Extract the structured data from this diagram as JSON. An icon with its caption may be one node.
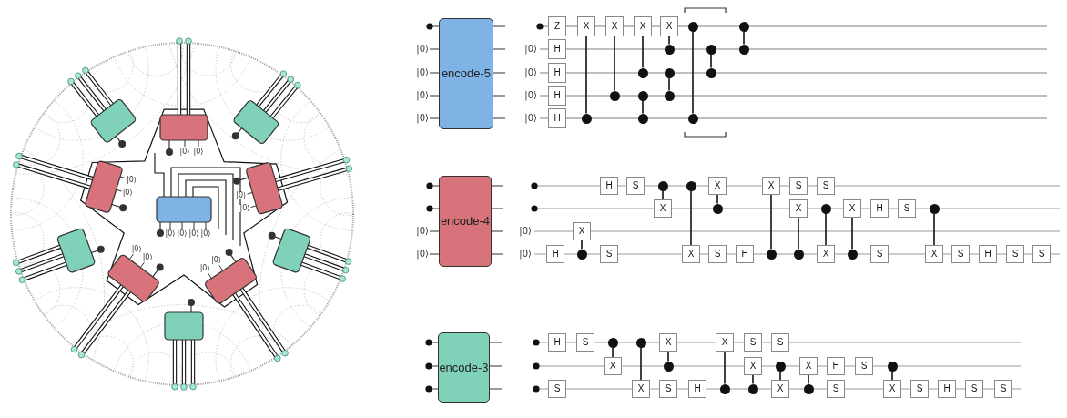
{
  "diagram": {
    "nodes": [
      {
        "text": [
          "encode-5"
        ]
      },
      {
        "text": [
          "Z"
        ]
      },
      {
        "text": [
          "H"
        ]
      },
      {
        "text": [
          "H"
        ]
      },
      {
        "text": [
          "H"
        ]
      },
      {
        "text": [
          "H"
        ]
      },
      {
        "text": [
          "X"
        ]
      },
      {
        "text": [],
        "shape": "circle"
      },
      {
        "text": [
          "X"
        ]
      },
      {
        "text": [],
        "shape": "circle"
      },
      {
        "text": [
          "X"
        ]
      },
      {
        "text": [],
        "shape": "circle"
      },
      {
        "text": [],
        "shape": "circle"
      },
      {
        "text": [],
        "shape": "circle"
      },
      {
        "text": [
          "X"
        ]
      },
      {
        "text": [],
        "shape": "circle"
      },
      {
        "text": [],
        "shape": "circle"
      },
      {
        "text": [],
        "shape": "circle"
      },
      {
        "text": [],
        "shape": "circle"
      },
      {
        "text": [],
        "shape": "circle"
      },
      {
        "text": [],
        "shape": "circle"
      },
      {
        "text": [],
        "shape": "circle"
      },
      {
        "text": [],
        "shape": "circle"
      },
      {
        "text": [],
        "shape": "circle"
      },
      {
        "text": [
          "encode-4"
        ]
      },
      {
        "text": [
          "H"
        ]
      },
      {
        "text": [
          "X"
        ]
      },
      {
        "text": [],
        "shape": "circle"
      },
      {
        "text": [
          "H"
        ]
      },
      {
        "text": [
          "S"
        ]
      },
      {
        "text": [
          "S"
        ]
      },
      {
        "text": [],
        "shape": "circle"
      },
      {
        "text": [
          "X"
        ]
      },
      {
        "text": [],
        "shape": "circle"
      },
      {
        "text": [
          "X"
        ]
      },
      {
        "text": [
          "X"
        ]
      },
      {
        "text": [],
        "shape": "circle"
      },
      {
        "text": [
          "S"
        ]
      },
      {
        "text": [
          "H"
        ]
      },
      {
        "text": [
          "X"
        ]
      },
      {
        "text": [],
        "shape": "circle"
      },
      {
        "text": [
          "S"
        ]
      },
      {
        "text": [
          "X"
        ]
      },
      {
        "text": [],
        "shape": "circle"
      },
      {
        "text": [
          "S"
        ]
      },
      {
        "text": [],
        "shape": "circle"
      },
      {
        "text": [
          "X"
        ]
      },
      {
        "text": [
          "X"
        ]
      },
      {
        "text": [],
        "shape": "circle"
      },
      {
        "text": [
          "H"
        ]
      },
      {
        "text": [
          "S"
        ]
      },
      {
        "text": [
          "S"
        ]
      },
      {
        "text": [],
        "shape": "circle"
      },
      {
        "text": [
          "X"
        ]
      },
      {
        "text": [
          "S"
        ]
      },
      {
        "text": [
          "H"
        ]
      },
      {
        "text": [
          "S"
        ]
      },
      {
        "text": [
          "S"
        ]
      },
      {
        "text": [
          "encode-3"
        ]
      },
      {
        "text": [
          "H"
        ]
      },
      {
        "text": [
          "S"
        ]
      },
      {
        "text": [
          "S"
        ]
      },
      {
        "text": [],
        "shape": "circle"
      },
      {
        "text": [
          "X"
        ]
      },
      {
        "text": [],
        "shape": "circle"
      },
      {
        "text": [
          "X"
        ]
      },
      {
        "text": [
          "X"
        ]
      },
      {
        "text": [],
        "shape": "circle"
      },
      {
        "text": [
          "S"
        ]
      },
      {
        "text": [
          "H"
        ]
      },
      {
        "text": [
          "X"
        ]
      },
      {
        "text": [],
        "shape": "circle"
      },
      {
        "text": [
          "S"
        ]
      },
      {
        "text": [
          "X"
        ]
      },
      {
        "text": [],
        "shape": "circle"
      },
      {
        "text": [
          "S"
        ]
      },
      {
        "text": [],
        "shape": "circle"
      },
      {
        "text": [
          "X"
        ]
      },
      {
        "text": [
          "X"
        ]
      },
      {
        "text": [],
        "shape": "circle"
      },
      {
        "text": [
          "H"
        ]
      },
      {
        "text": [
          "S"
        ]
      },
      {
        "text": [
          "S"
        ]
      },
      {
        "text": [],
        "shape": "circle"
      },
      {
        "text": [
          "X"
        ]
      },
      {
        "text": [
          "S"
        ]
      },
      {
        "text": [
          "H"
        ]
      },
      {
        "text": [
          "S"
        ]
      },
      {
        "text": [
          "S"
        ]
      }
    ],
    "edges": [
      {
        "from": 7,
        "to": 6,
        "arrow": "none"
      },
      {
        "from": 9,
        "to": 8,
        "arrow": "none"
      },
      {
        "from": 11,
        "to": 10,
        "arrow": "none"
      },
      {
        "from": 12,
        "to": 13,
        "arrow": "none"
      },
      {
        "from": 15,
        "to": 14,
        "arrow": "none"
      },
      {
        "from": 16,
        "to": 17,
        "arrow": "none"
      },
      {
        "from": 18,
        "to": 19,
        "arrow": "none"
      },
      {
        "from": 20,
        "to": 21,
        "arrow": "none"
      },
      {
        "from": 22,
        "to": 23,
        "arrow": "none"
      },
      {
        "from": 27,
        "to": 26,
        "arrow": "none"
      },
      {
        "from": 31,
        "to": 32,
        "arrow": "none"
      },
      {
        "from": 33,
        "to": 34,
        "arrow": "none"
      },
      {
        "from": 36,
        "to": 35,
        "arrow": "none"
      },
      {
        "from": 40,
        "to": 39,
        "arrow": "none"
      },
      {
        "from": 43,
        "to": 42,
        "arrow": "none"
      },
      {
        "from": 45,
        "to": 46,
        "arrow": "none"
      },
      {
        "from": 48,
        "to": 47,
        "arrow": "none"
      },
      {
        "from": 52,
        "to": 53,
        "arrow": "none"
      },
      {
        "from": 62,
        "to": 63,
        "arrow": "none"
      },
      {
        "from": 64,
        "to": 65,
        "arrow": "none"
      },
      {
        "from": 67,
        "to": 66,
        "arrow": "none"
      },
      {
        "from": 71,
        "to": 70,
        "arrow": "none"
      },
      {
        "from": 74,
        "to": 73,
        "arrow": "none"
      },
      {
        "from": 76,
        "to": 77,
        "arrow": "none"
      },
      {
        "from": 79,
        "to": 78,
        "arrow": "none"
      },
      {
        "from": 83,
        "to": 84,
        "arrow": "none"
      }
    ],
    "labels": [
      "|0⟩",
      "|0⟩",
      "|0⟩",
      "|0⟩",
      "|0⟩",
      "|0⟩",
      "|0⟩",
      "|0⟩",
      "|0⟩",
      "|0⟩",
      "|0⟩",
      "|0⟩",
      "|0⟩",
      "|0⟩",
      "|0⟩",
      "|0⟩",
      "|0⟩",
      "|0⟩",
      "|0⟩",
      "|0⟩",
      "|0⟩",
      "|0⟩",
      "|0⟩",
      "|0⟩",
      "|0⟩",
      "|0⟩"
    ]
  }
}
